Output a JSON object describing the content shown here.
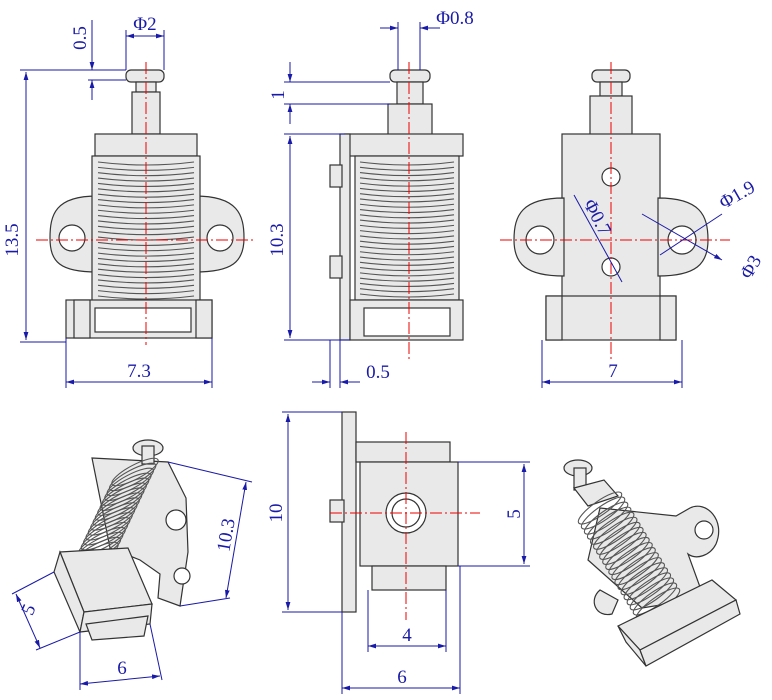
{
  "dimensions": {
    "front": {
      "top_gap": "0.5",
      "plunger_dia": "Φ2",
      "height": "13.5",
      "width": "7.3"
    },
    "side": {
      "pin_dia": "Φ0.8",
      "step": "1",
      "body_height": "10.3",
      "plate": "0.5"
    },
    "back": {
      "hole_small": "Φ0.7",
      "hole_mid": "Φ1.9",
      "hole_big": "Φ3",
      "width": "7"
    },
    "iso_left": {
      "height": "10.3",
      "depth": "5",
      "width": "6"
    },
    "top": {
      "height": "10",
      "body": "5",
      "inner": "4",
      "width": "6"
    }
  },
  "colors": {
    "dimension": "#1a1aa8",
    "centerline": "#e00000",
    "outline": "#333333",
    "fill": "#e9e9e9"
  }
}
